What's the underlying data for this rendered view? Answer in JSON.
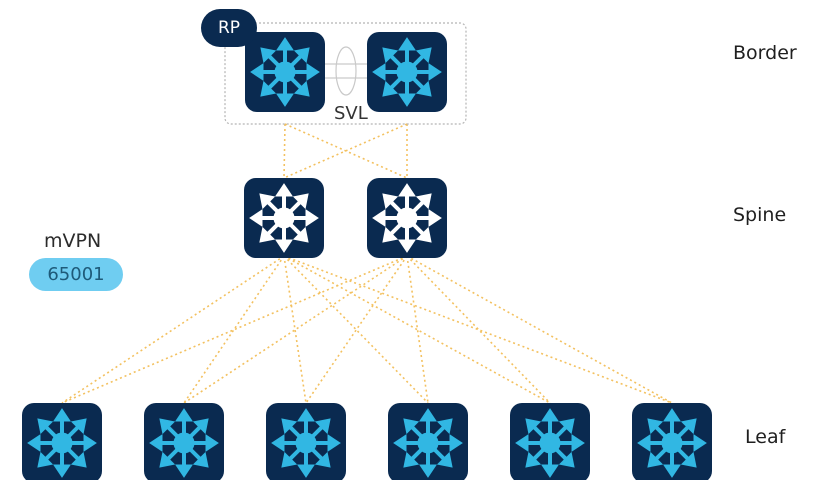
{
  "tiers": {
    "border": "Border",
    "spine": "Spine",
    "leaf": "Leaf"
  },
  "border_group": {
    "rp_badge": "RP",
    "link_label": "SVL"
  },
  "mvpn": {
    "title": "mVPN",
    "value": "65001"
  },
  "colors": {
    "device_bg": "#0a2a50",
    "device_arrows_cyan": "#31b7e3",
    "device_arrows_white": "#ffffff",
    "link": "#f3c160",
    "pill": "#6fcdf1",
    "group_border": "#b5b5b5"
  },
  "devices": {
    "border": [
      {
        "id": "border-1",
        "icon": "switch-icon",
        "style": "cyan"
      },
      {
        "id": "border-2",
        "icon": "switch-icon",
        "style": "cyan"
      }
    ],
    "spine": [
      {
        "id": "spine-1",
        "icon": "router-icon",
        "style": "white"
      },
      {
        "id": "spine-2",
        "icon": "router-icon",
        "style": "white"
      }
    ],
    "leaf": [
      {
        "id": "leaf-1",
        "icon": "switch-icon",
        "style": "cyan"
      },
      {
        "id": "leaf-2",
        "icon": "switch-icon",
        "style": "cyan"
      },
      {
        "id": "leaf-3",
        "icon": "switch-icon",
        "style": "cyan"
      },
      {
        "id": "leaf-4",
        "icon": "switch-icon",
        "style": "cyan"
      },
      {
        "id": "leaf-5",
        "icon": "switch-icon",
        "style": "cyan"
      },
      {
        "id": "leaf-6",
        "icon": "switch-icon",
        "style": "cyan"
      }
    ]
  }
}
